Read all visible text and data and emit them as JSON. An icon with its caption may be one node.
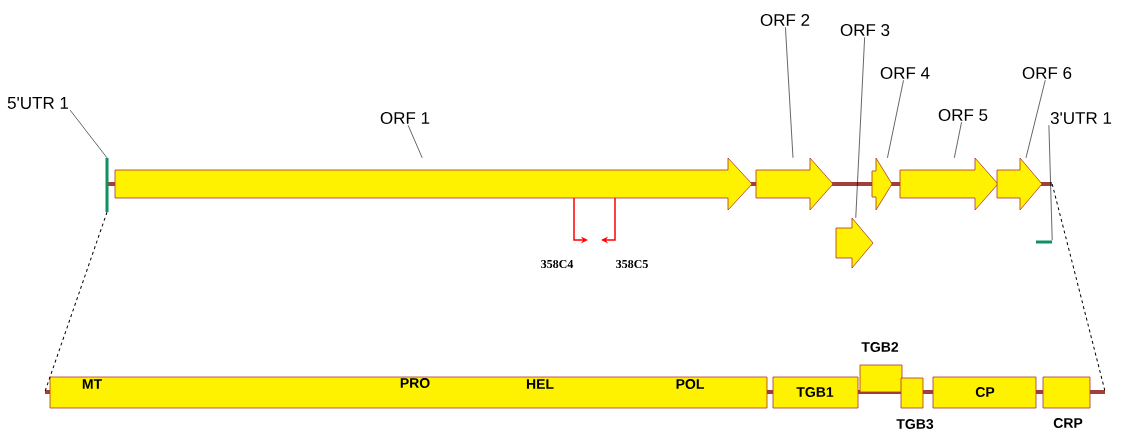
{
  "diagram": {
    "nodes": [
      {
        "text": [
          "5'UTR 1"
        ]
      },
      {
        "text": [],
        "shape": "bar"
      },
      {
        "text": [
          "ORF 1"
        ]
      },
      {
        "text": [],
        "shape": "arrow"
      },
      {
        "text": [
          "ORF 2"
        ]
      },
      {
        "text": [],
        "shape": "arrow"
      },
      {
        "text": [
          "ORF 3"
        ]
      },
      {
        "text": [],
        "shape": "arrow"
      },
      {
        "text": [
          "ORF 4"
        ]
      },
      {
        "text": [],
        "shape": "arrow"
      },
      {
        "text": [
          "ORF 5"
        ]
      },
      {
        "text": [],
        "shape": "arrow"
      },
      {
        "text": [
          "ORF 6"
        ]
      },
      {
        "text": [],
        "shape": "arrow"
      },
      {
        "text": [
          "3'UTR 1"
        ]
      },
      {
        "text": [],
        "shape": "bar"
      },
      {
        "text": [
          "MT",
          "PRO",
          "HEL",
          "POL"
        ]
      },
      {
        "text": [
          "TGB1"
        ]
      },
      {
        "text": [
          "TGB2"
        ]
      },
      {
        "text": [
          "TGB3"
        ]
      },
      {
        "text": [
          "CP"
        ]
      },
      {
        "text": [
          "CRP"
        ]
      },
      {
        "text": [],
        "shape": "bar"
      },
      {
        "text": [],
        "shape": "bar"
      }
    ],
    "edges": [
      {
        "from": 0,
        "to": 1,
        "arrow": "none"
      },
      {
        "from": 2,
        "to": 3,
        "arrow": "none"
      },
      {
        "from": 4,
        "to": 5,
        "arrow": "none"
      },
      {
        "from": 6,
        "to": 7,
        "arrow": "none"
      },
      {
        "from": 8,
        "to": 9,
        "arrow": "none"
      },
      {
        "from": 10,
        "to": 11,
        "arrow": "none"
      },
      {
        "from": 12,
        "to": 13,
        "arrow": "none"
      },
      {
        "from": 14,
        "to": 15,
        "arrow": "none"
      },
      {
        "from": 1,
        "to": 23,
        "arrow": "none",
        "style": "dashed"
      },
      {
        "from": 22,
        "to": 23,
        "arrow": "none",
        "style": "dashed"
      }
    ],
    "labels": [
      "358C4",
      "358C5"
    ]
  }
}
